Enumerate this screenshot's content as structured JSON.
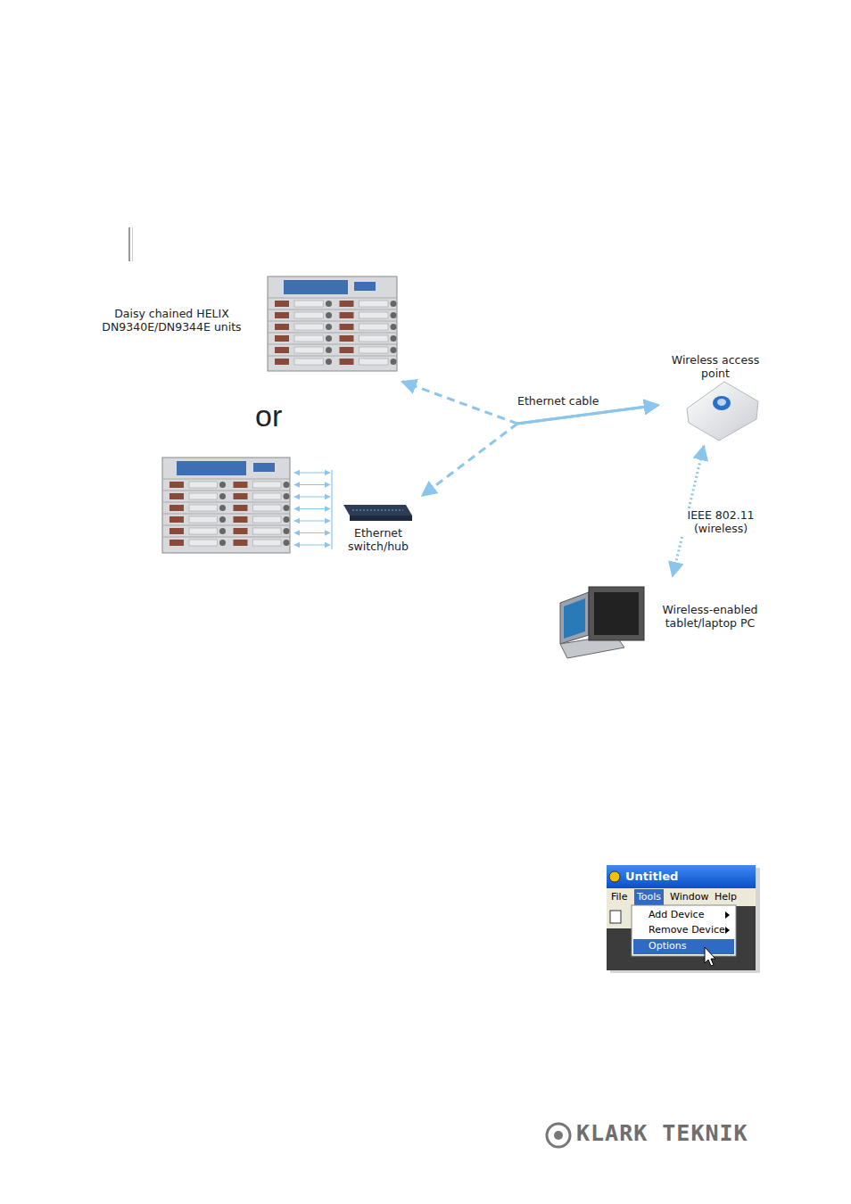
{
  "diagram": {
    "nodes": [
      {
        "text": [
          "Daisy chained HELIX DN9340E/DN9344E units"
        ]
      },
      {
        "text": [
          "Ethernet switch/hub"
        ]
      },
      {
        "text": [
          "Wireless access point"
        ]
      },
      {
        "text": [
          "Wireless-enabled tablet/laptop PC"
        ]
      }
    ],
    "edges": [
      {
        "from": 0,
        "to": 2,
        "label": "Ethernet cable",
        "arrow": "both"
      },
      {
        "from": 1,
        "to": 2,
        "arrow": "both"
      },
      {
        "from": 2,
        "to": 3,
        "label": "IEEE 802.11 (wireless)",
        "arrow": "both"
      }
    ],
    "labels": [
      "or",
      "Untitled",
      "File",
      "Tools",
      "Window",
      "Help",
      "Add Device",
      "Remove Device",
      "Options",
      "KLARK TEKNIK"
    ]
  }
}
